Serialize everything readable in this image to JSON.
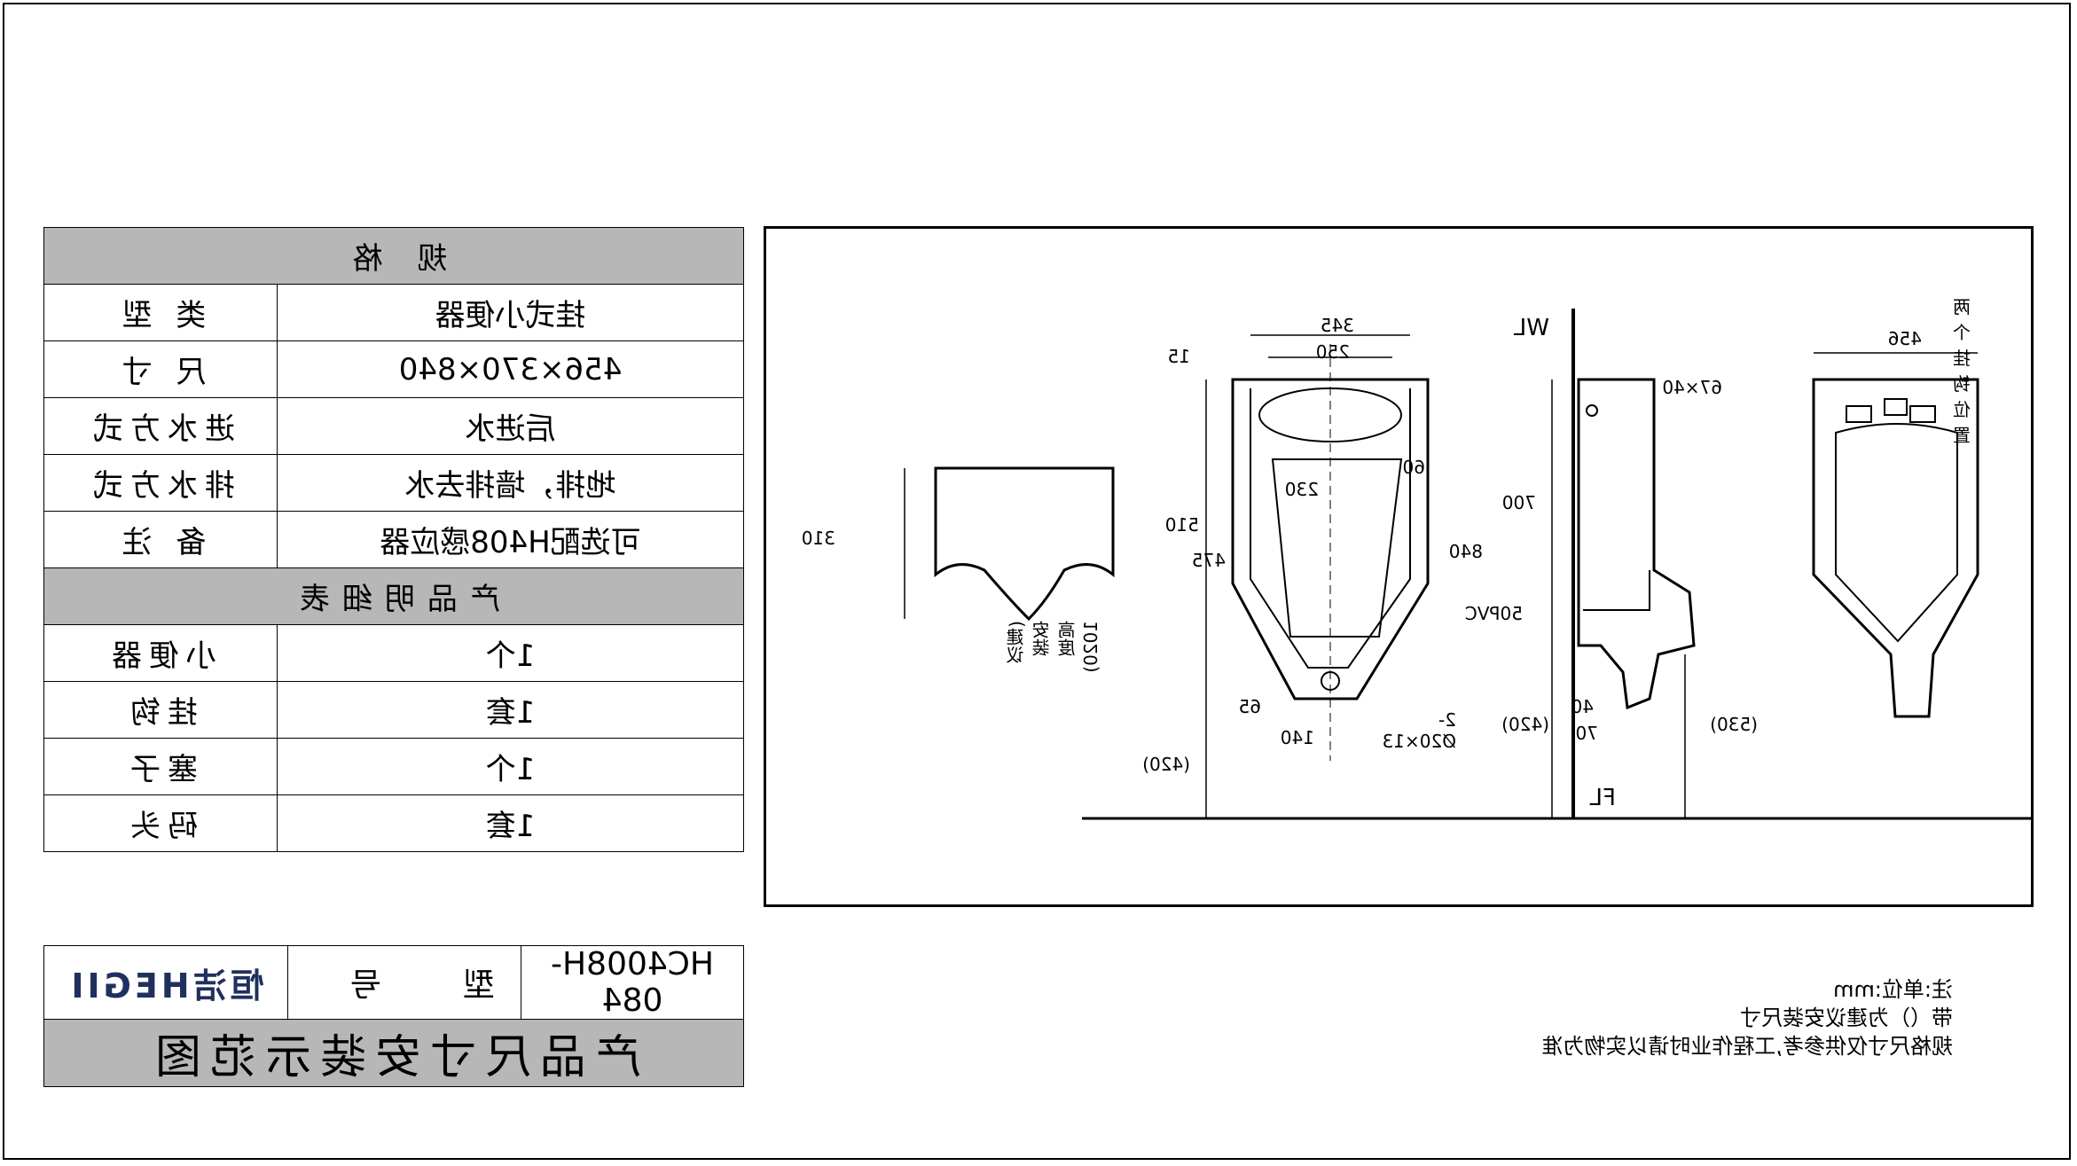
{
  "spec_table": {
    "header": "规 格",
    "rows": [
      {
        "label": "类 型",
        "value": "挂式小便器"
      },
      {
        "label": "尺 寸",
        "value": "456×370×840"
      },
      {
        "label": "进水方式",
        "value": "后进水"
      },
      {
        "label": "排水方式",
        "value": "地排，墙排去水"
      },
      {
        "label": "备 注",
        "value": "可选配H408感应器"
      }
    ],
    "detail_header": "产品明细表",
    "details": [
      {
        "label": "小便器",
        "value": "1个"
      },
      {
        "label": "挂钩",
        "value": "1套"
      },
      {
        "label": "塞子",
        "value": "1个"
      },
      {
        "label": "码头",
        "value": "1套"
      }
    ]
  },
  "model_row": {
    "brand": "恒洁HEGII",
    "model_label": "型 号",
    "model_value": "HC4008H-084"
  },
  "drawing_title": "产品尺寸安装示范图",
  "notes": {
    "unit": "注:单位:mm",
    "line2": "带（）为建议安装尺寸",
    "line3": "规格尺寸仅供参考,工程作业时请以实物为准"
  },
  "dims": {
    "top_view": {
      "depth": "310"
    },
    "front_view": {
      "outer_width": "345",
      "inner_width": "250",
      "rim": "15",
      "height": "840",
      "inner_height": "510",
      "bowl_height": "475",
      "hole_spacing": "230",
      "hole_offset": "60",
      "outlet": "140",
      "outlet_diam": "65",
      "slot": "2-Ø20×13",
      "floor": "(420)",
      "install": "(建议安装高度1020)"
    },
    "side_view": {
      "top_height": "700",
      "inlet": "50PVC",
      "floor": "(420)",
      "d40": "40",
      "d70": "70",
      "wl": "WL",
      "fl": "FL"
    },
    "back_view": {
      "width": "456",
      "hook": "67×40",
      "hooks_label": "两个挂钩位置",
      "floor": "(530)"
    }
  }
}
